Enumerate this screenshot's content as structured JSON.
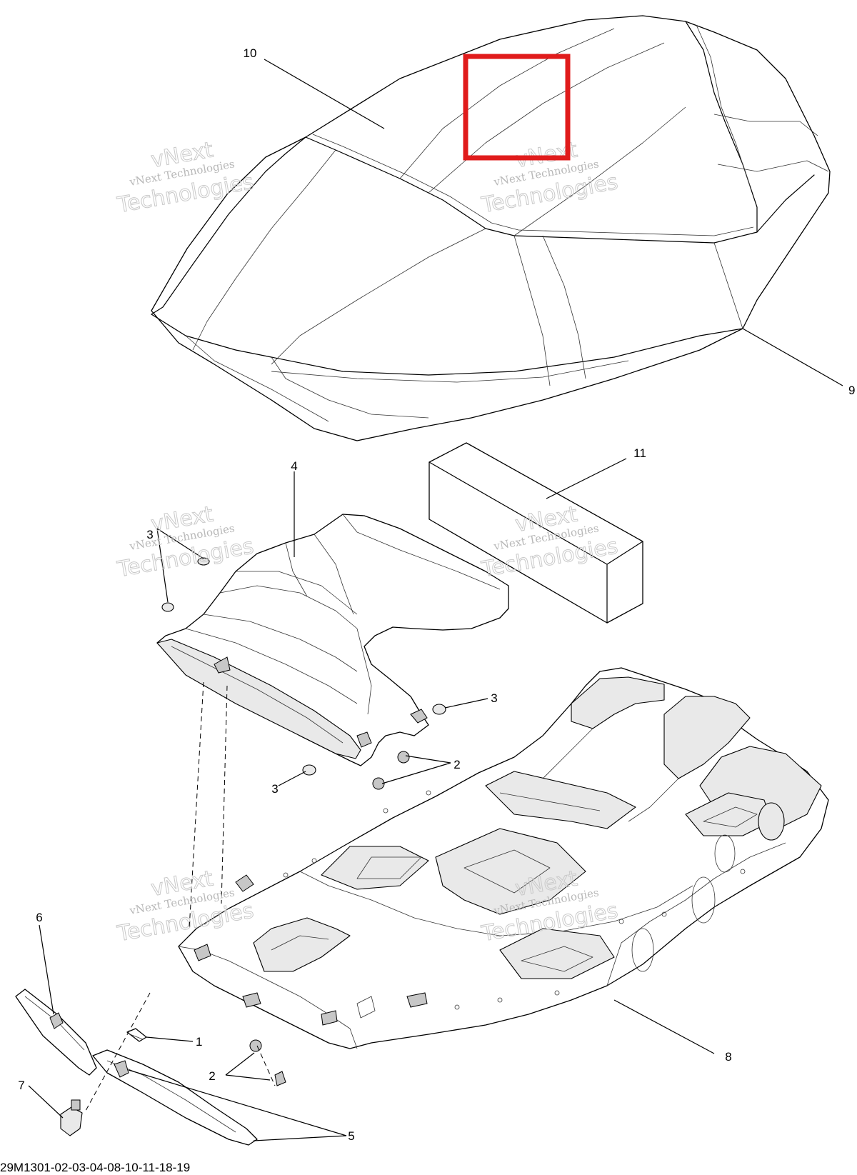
{
  "drawing_code": "29M1301-02-03-04-08-10-11-18-19",
  "watermark": {
    "line1": "vNext",
    "line2": "vNext Technologies",
    "line3": "Technologies"
  },
  "callouts": {
    "n1": "1",
    "n2a": "2",
    "n2b": "2",
    "n3a": "3",
    "n3b": "3",
    "n3c": "3",
    "n4": "4",
    "n5": "5",
    "n6": "6",
    "n7": "7",
    "n8": "8",
    "n9": "9",
    "n10": "10",
    "n11": "11"
  },
  "colors": {
    "highlight": "#e01b1b",
    "line": "#000000",
    "watermark": "#c0c0c0"
  }
}
